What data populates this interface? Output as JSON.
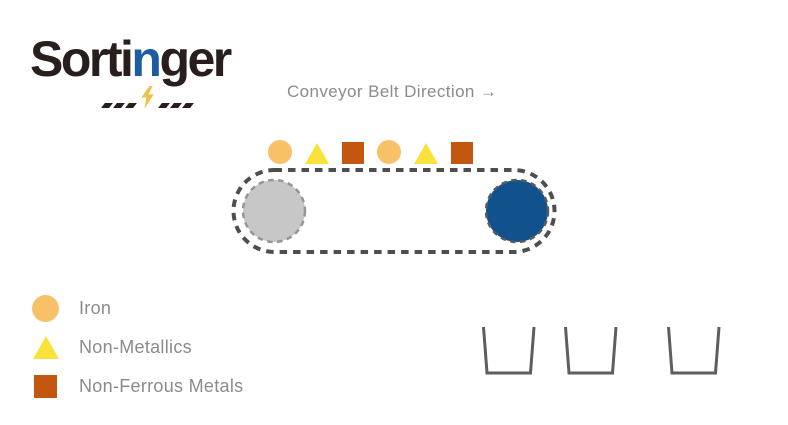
{
  "logo": {
    "word_start": "Sorti",
    "magnet_letter": "n",
    "word_end": "ger"
  },
  "header": {
    "direction_label": "Conveyor Belt Direction →"
  },
  "belt": {
    "items": [
      {
        "shape": "circle",
        "material": "iron"
      },
      {
        "shape": "triangle",
        "material": "non-metallic"
      },
      {
        "shape": "square",
        "material": "non-ferrous"
      },
      {
        "shape": "circle",
        "material": "iron"
      },
      {
        "shape": "triangle",
        "material": "non-metallic"
      },
      {
        "shape": "square",
        "material": "non-ferrous"
      }
    ]
  },
  "legend": {
    "items": [
      {
        "shape": "circle",
        "label": "Iron"
      },
      {
        "shape": "triangle",
        "label": "Non-Metallics"
      },
      {
        "shape": "square",
        "label": "Non-Ferrous Metals"
      }
    ]
  },
  "bins": {
    "count": 3
  },
  "colors": {
    "logo_text": "#281E1B",
    "logo_blue": "#1C5CA2",
    "bolt_yellow": "#EDC14A",
    "text_gray": "#8B8B8B",
    "belt_outline": "#4E4E4E",
    "wheel_gray_fill": "#C7C7C7",
    "wheel_gray_ring": "#959595",
    "wheel_blue_fill": "#11528D",
    "wheel_blue_ring": "#5A5A5A",
    "iron": "#F8C168",
    "non_metallic": "#F9E23B",
    "non_ferrous": "#C4570F",
    "bin_stroke": "#5E5E5E"
  }
}
